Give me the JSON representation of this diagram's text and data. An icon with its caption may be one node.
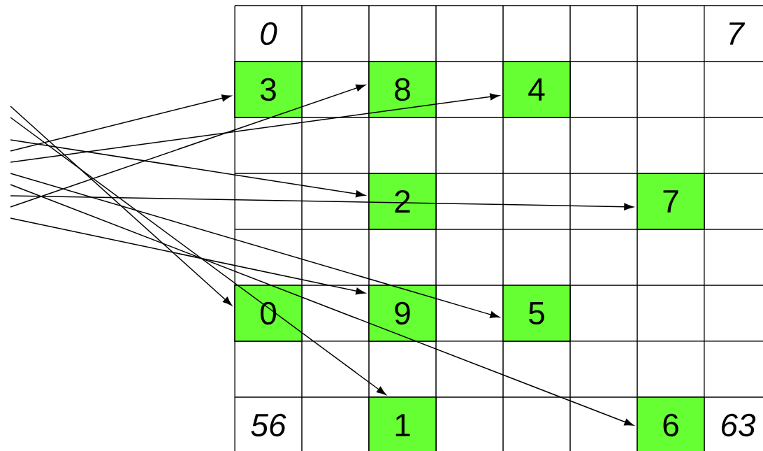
{
  "diagram": {
    "nodes": [
      {
        "text": [
          "3"
        ]
      },
      {
        "text": [
          "8"
        ]
      },
      {
        "text": [
          "4"
        ]
      },
      {
        "text": [
          "2"
        ]
      },
      {
        "text": [
          "7"
        ]
      },
      {
        "text": [
          "0"
        ]
      },
      {
        "text": [
          "9"
        ]
      },
      {
        "text": [
          "5"
        ]
      },
      {
        "text": [
          "1"
        ]
      },
      {
        "text": [
          "6"
        ]
      }
    ],
    "edges": [
      {
        "from": null,
        "to": 5,
        "arrow": "to"
      },
      {
        "from": null,
        "to": 8,
        "arrow": "to"
      },
      {
        "from": null,
        "to": 3,
        "arrow": "to"
      },
      {
        "from": null,
        "to": 0,
        "arrow": "to"
      },
      {
        "from": null,
        "to": 2,
        "arrow": "to"
      },
      {
        "from": null,
        "to": 7,
        "arrow": "to"
      },
      {
        "from": null,
        "to": 9,
        "arrow": "to"
      },
      {
        "from": null,
        "to": 4,
        "arrow": "to"
      },
      {
        "from": null,
        "to": 1,
        "arrow": "to"
      },
      {
        "from": null,
        "to": 6,
        "arrow": "to"
      }
    ],
    "labels": [
      "0",
      "7",
      "56",
      "63"
    ]
  }
}
